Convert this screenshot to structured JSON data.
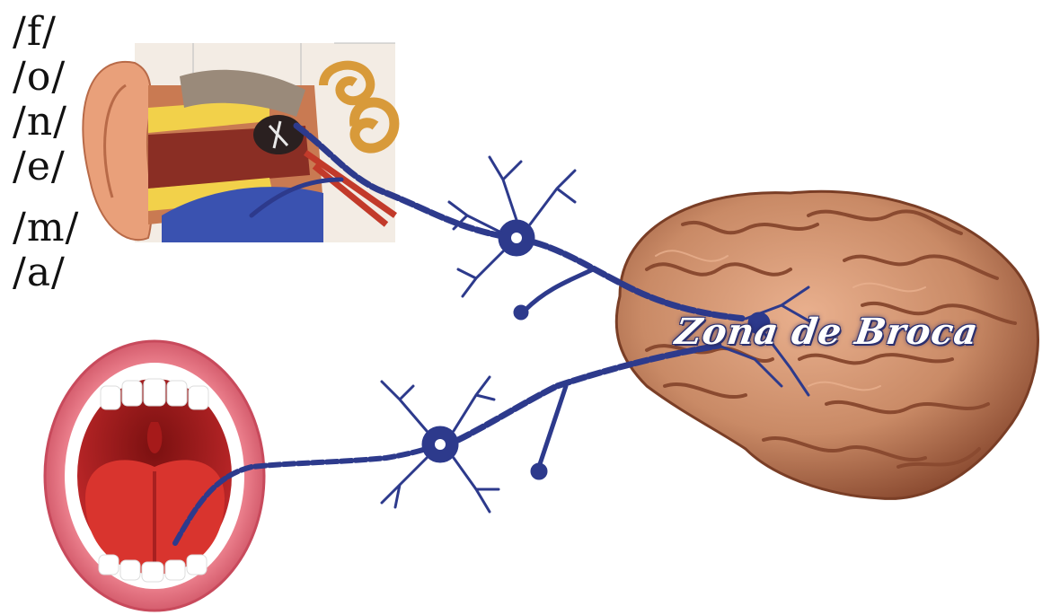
{
  "phonemes": [
    "/f/",
    "/o/",
    "/n/",
    "/e/",
    "/m/",
    "/a/"
  ],
  "brain_label": "Zona de Broca",
  "colors": {
    "neuron": "#2d3a8c",
    "brain": "#c98a66",
    "brain_dark": "#8a4a30",
    "lips": "#e8707e",
    "tongue": "#d9342e",
    "ear_skin": "#e9a07a"
  },
  "icons": [
    "ear-anatomy-icon",
    "brain-icon",
    "mouth-icon",
    "neuron-icon"
  ]
}
